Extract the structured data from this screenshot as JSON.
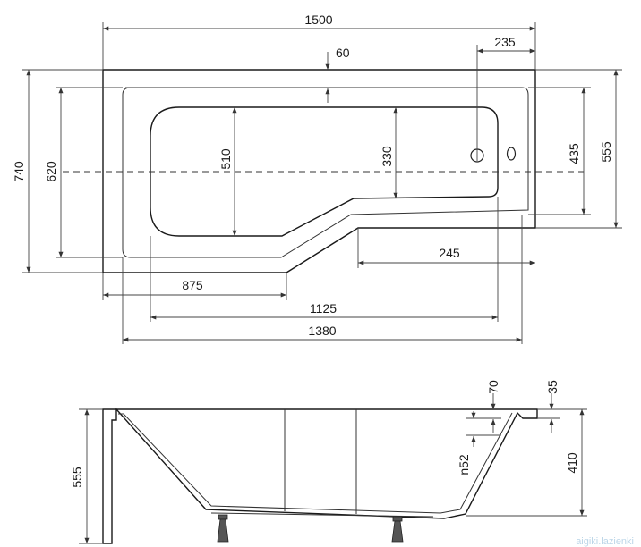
{
  "top_view": {
    "dims": {
      "overall_length": "1500",
      "rim_width": "60",
      "drain_offset": "235",
      "overall_width": "740",
      "narrow_outer_width": "620",
      "wide_basin_depth": "510",
      "narrow_basin_depth": "330",
      "narrow_inner_width": "435",
      "frame_width": "555",
      "narrow_section_length": "245",
      "wide_section_length": "875",
      "basin_length": "1125",
      "inner_frame_length": "1380"
    }
  },
  "side_view": {
    "dims": {
      "total_height": "555",
      "basin_depth": "410",
      "overflow_height": "n52",
      "rim_offset": "70",
      "rim_thickness": "35"
    }
  },
  "watermark": "aigiki.lazienki"
}
